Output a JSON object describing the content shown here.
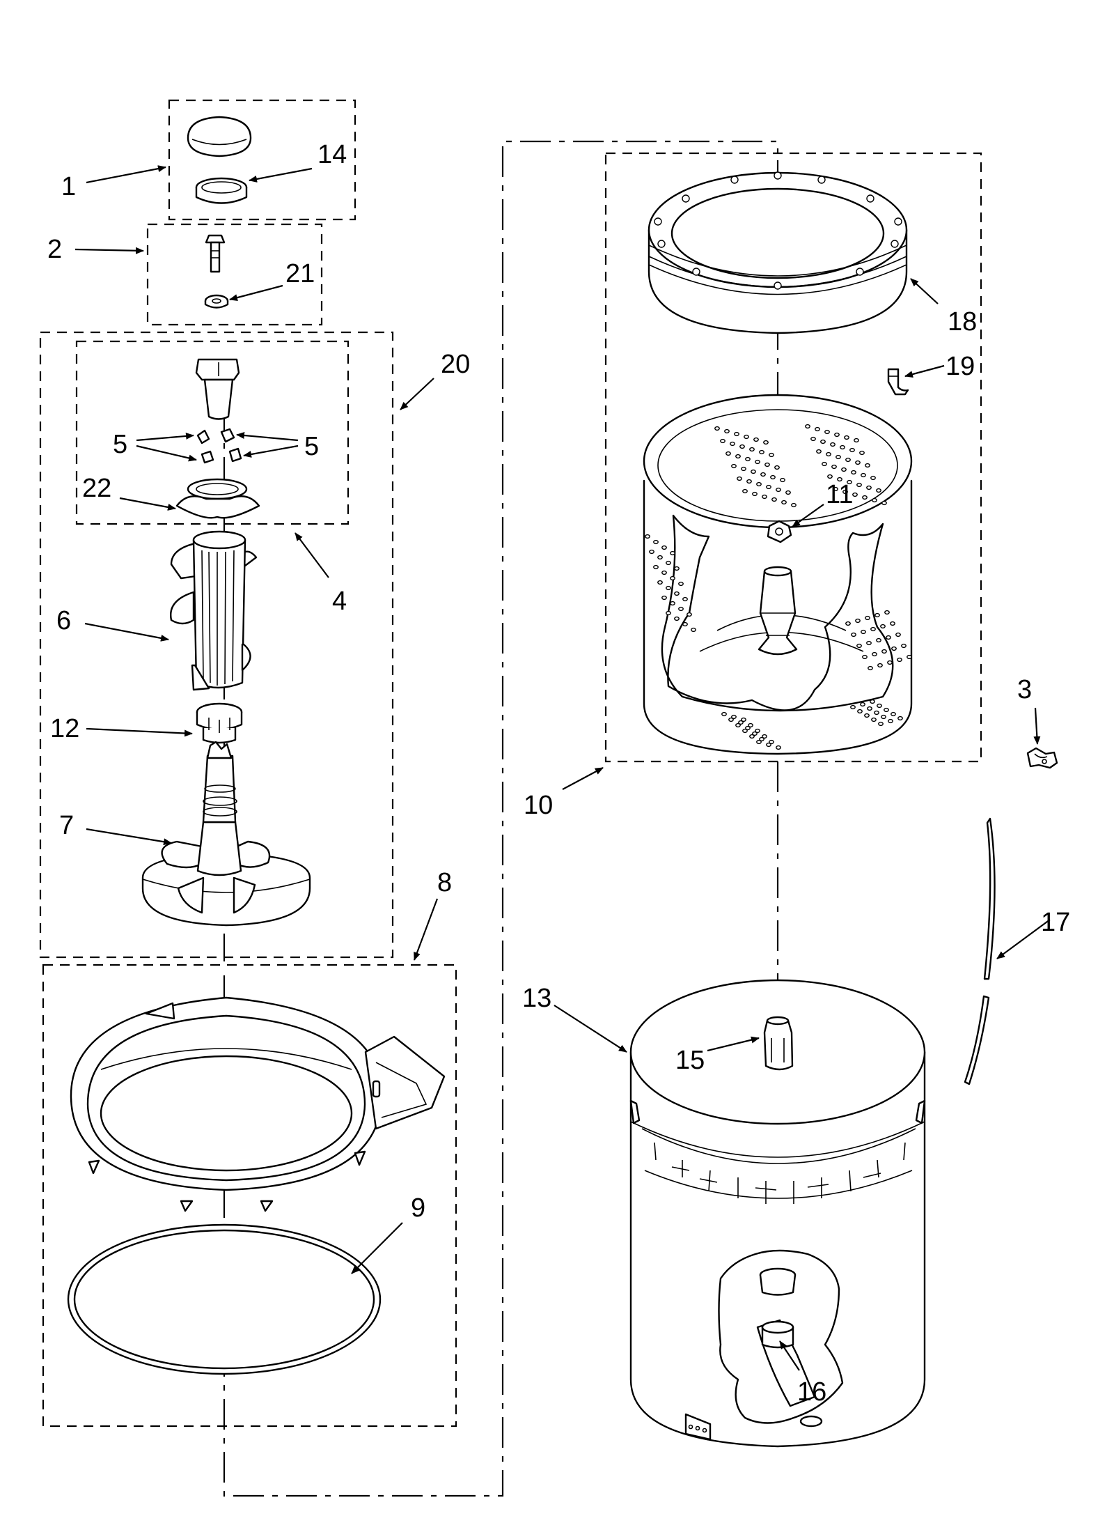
{
  "diagram": {
    "callouts": [
      {
        "id": "c1",
        "label": "1"
      },
      {
        "id": "c14",
        "label": "14"
      },
      {
        "id": "c2",
        "label": "2"
      },
      {
        "id": "c21",
        "label": "21"
      },
      {
        "id": "c20",
        "label": "20"
      },
      {
        "id": "c5a",
        "label": "5"
      },
      {
        "id": "c5b",
        "label": "5"
      },
      {
        "id": "c22",
        "label": "22"
      },
      {
        "id": "c4",
        "label": "4"
      },
      {
        "id": "c6",
        "label": "6"
      },
      {
        "id": "c12",
        "label": "12"
      },
      {
        "id": "c7",
        "label": "7"
      },
      {
        "id": "c8",
        "label": "8"
      },
      {
        "id": "c9",
        "label": "9"
      },
      {
        "id": "c18",
        "label": "18"
      },
      {
        "id": "c19",
        "label": "19"
      },
      {
        "id": "c11",
        "label": "11"
      },
      {
        "id": "c10",
        "label": "10"
      },
      {
        "id": "c3",
        "label": "3"
      },
      {
        "id": "c17",
        "label": "17"
      },
      {
        "id": "c13",
        "label": "13"
      },
      {
        "id": "c15",
        "label": "15"
      },
      {
        "id": "c16",
        "label": "16"
      }
    ]
  }
}
